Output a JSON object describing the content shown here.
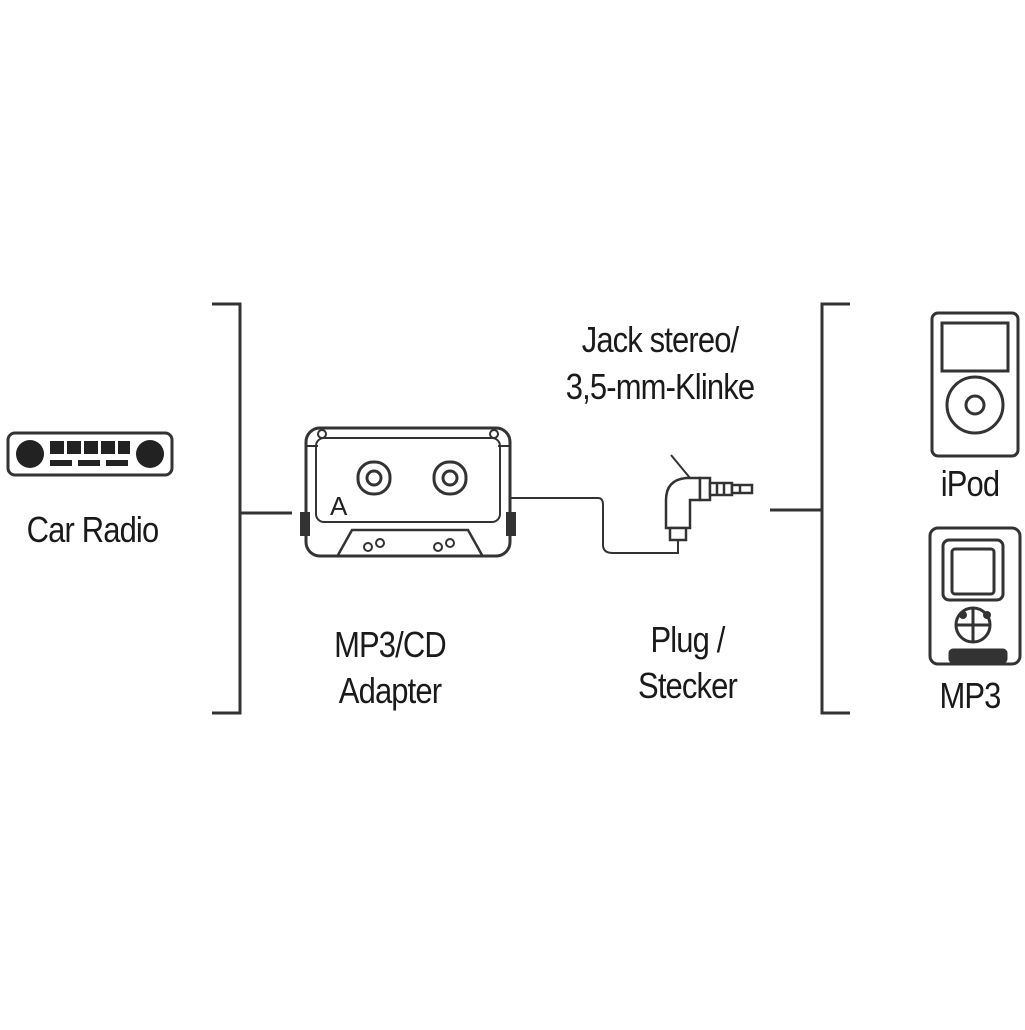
{
  "labels": {
    "car_radio": "Car Radio",
    "adapter_line1": "MP3/CD",
    "adapter_line2": "Adapter",
    "jack_line1": "Jack stereo/",
    "jack_line2": "3,5-mm-Klinke",
    "plug_line1": "Plug /",
    "plug_line2": "Stecker",
    "ipod": "iPod",
    "mp3": "MP3",
    "cassette_side": "A"
  },
  "colors": {
    "stroke": "#333333",
    "text": "#1a1a1a"
  },
  "icons": [
    "car-radio-icon",
    "cassette-adapter-icon",
    "jack-plug-icon",
    "ipod-icon",
    "mp3-player-icon"
  ]
}
